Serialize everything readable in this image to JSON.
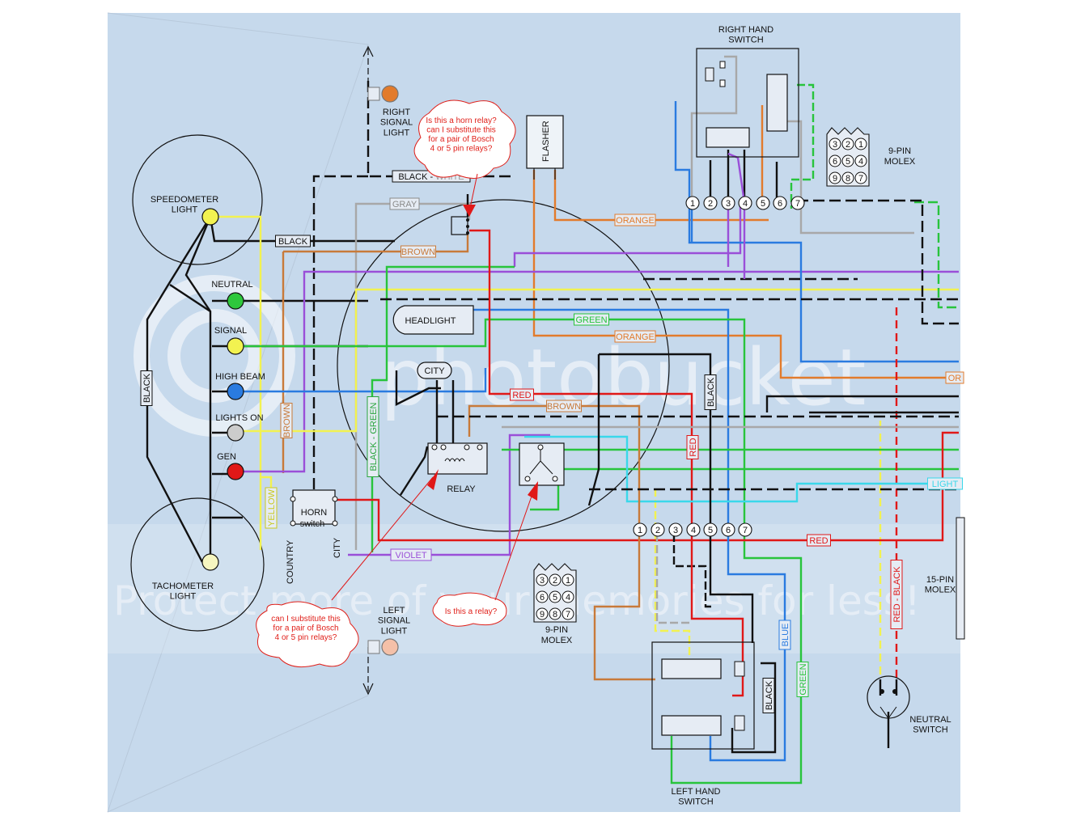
{
  "colors": {
    "background": "#c6d9ec",
    "black": "#111111",
    "red": "#e01818",
    "green": "#28c43c",
    "blue": "#2a7be0",
    "brown": "#c87a3a",
    "orange": "#e27b2c",
    "gray": "#a8a8a8",
    "yellow": "#f2f250",
    "violet": "#9a4fd8",
    "light_blue": "#3ad8ea",
    "note_red": "#e0201a"
  },
  "components": {
    "speedometer_light": "SPEEDOMETER\nLIGHT",
    "tachometer_light": "TACHOMETER\nLIGHT",
    "neutral": "NEUTRAL",
    "signal": "SIGNAL",
    "high_beam": "HIGH BEAM",
    "lights_on": "LIGHTS ON",
    "gen": "GEN",
    "right_signal_light": "RIGHT\nSIGNAL\nLIGHT",
    "left_signal_light": "LEFT\nSIGNAL\nLIGHT",
    "flasher": "FLASHER",
    "headlight": "HEADLIGHT",
    "city": "CITY",
    "relay": "RELAY",
    "horn": "HORN",
    "horn_switch": "switch",
    "country": "COUNTRY",
    "city_vertical": "CITY",
    "right_hand_switch": "RIGHT HAND\nSWITCH",
    "left_hand_switch": "LEFT HAND\nSWITCH",
    "nine_pin_molex_right": "9-PIN\nMOLEX",
    "nine_pin_molex_bottom": "9-PIN\nMOLEX",
    "fifteen_pin_molex": "15-PIN\nMOLEX",
    "neutral_switch": "NEUTRAL\nSWITCH"
  },
  "wire_labels": {
    "black_white_black": "BLACK",
    "black_white_sep": " - ",
    "black_white_white": "WHITE",
    "gray": "GRAY",
    "black": "BLACK",
    "brown_top": "BROWN",
    "orange_top": "ORANGE",
    "green_mid": "GREEN",
    "orange_mid": "ORANGE",
    "red_mid": "RED",
    "brown_mid": "BROWN",
    "black_vertical_left": "BLACK",
    "brown_vertical": "BROWN",
    "yellow_vertical": "YELLOW",
    "black_green": "BLACK - GREEN",
    "black_vertical_right": "BLACK",
    "red_vertical": "RED",
    "violet": "VIOLET",
    "red_bottom": "RED",
    "red_black": "RED - BLACK",
    "blue_vertical": "BLUE",
    "green_vertical": "GREEN",
    "black_lhs": "BLACK",
    "light_right": "LIGHT",
    "or_right": "OR"
  },
  "pins": {
    "row_top": [
      "1",
      "2",
      "3",
      "4",
      "5",
      "6",
      "7"
    ],
    "row_bottom": [
      "1",
      "2",
      "3",
      "4",
      "5",
      "6",
      "7"
    ],
    "molex_right_grid": [
      "3",
      "2",
      "1",
      "6",
      "5",
      "4",
      "9",
      "8",
      "7"
    ],
    "molex_bottom_grid": [
      "3",
      "2",
      "1",
      "6",
      "5",
      "4",
      "9",
      "8",
      "7"
    ]
  },
  "notes": {
    "horn_relay_question": "Is this a horn relay?\ncan I substitute this\nfor a pair of Bosch\n4 or 5 pin relays?",
    "relay_substitute_question": "can I substitute this\nfor a pair of Bosch\n4 or 5 pin relays?",
    "is_relay_question": "Is this a relay?"
  },
  "watermark": {
    "brand": "photobucket",
    "tagline": "Protect more of your memories for less!"
  }
}
